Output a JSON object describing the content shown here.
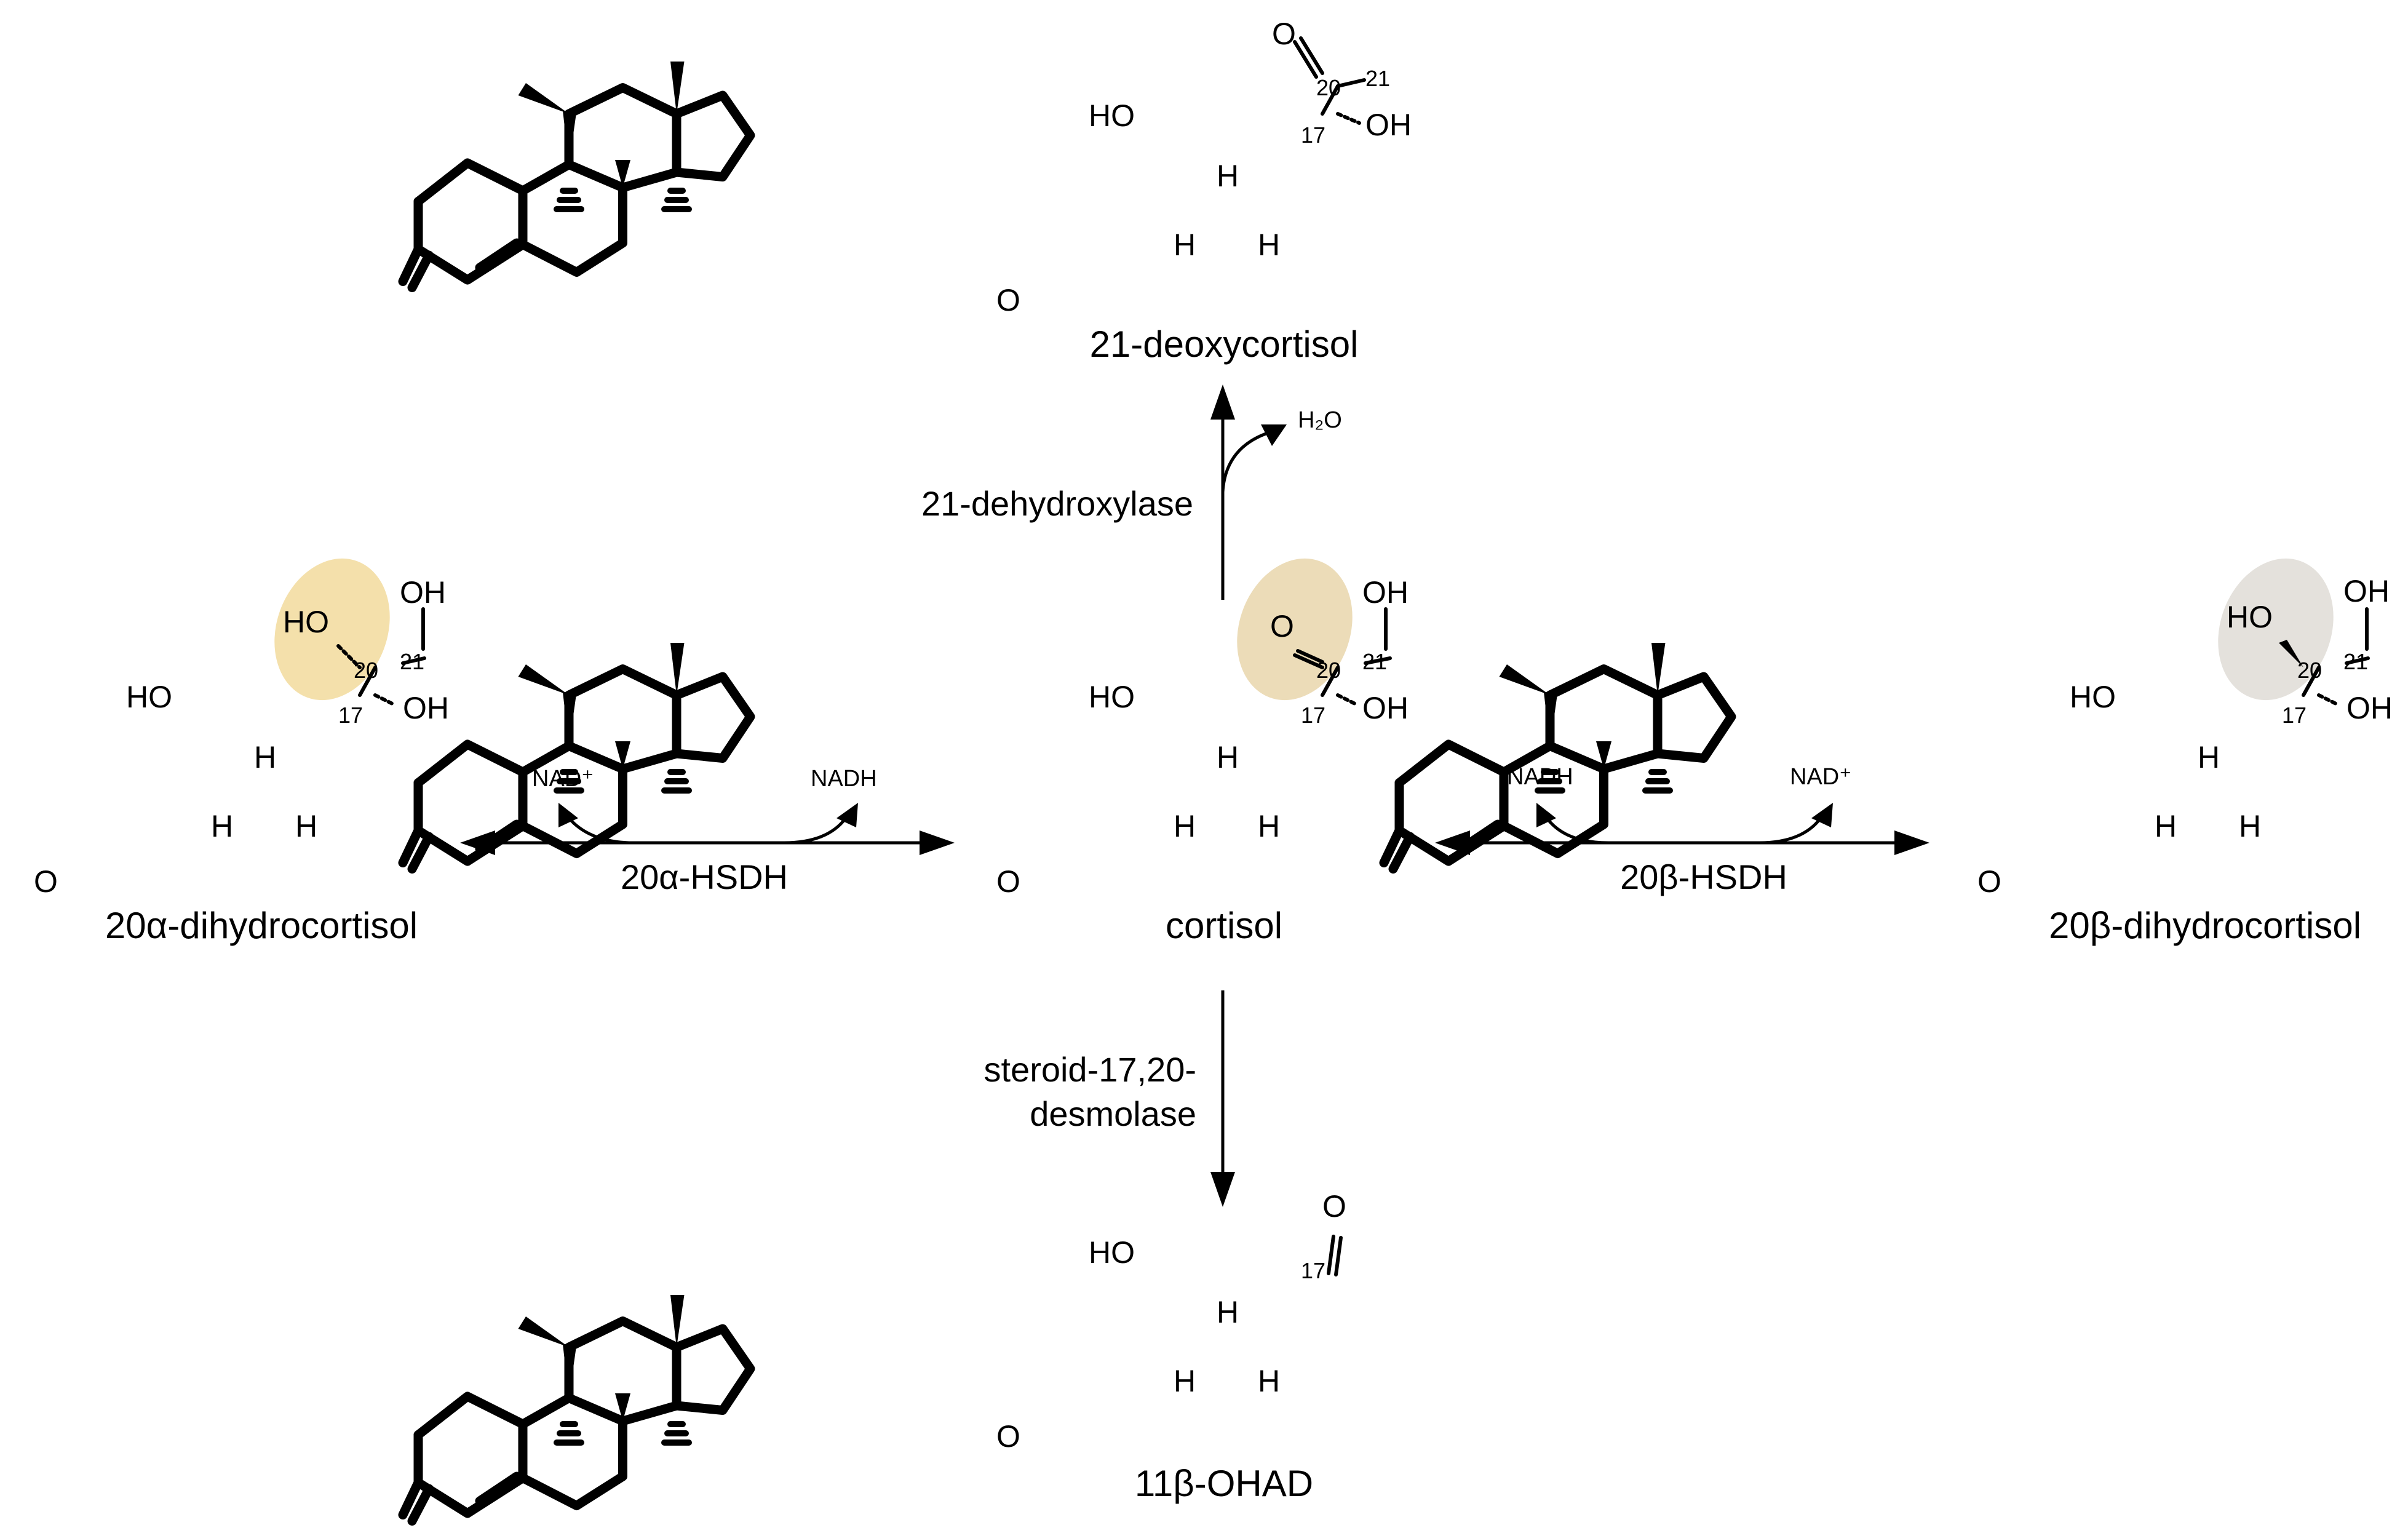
{
  "compounds": {
    "cortisol": "cortisol",
    "deoxy": "21-deoxycortisol",
    "alpha": "20α-dihydrocortisol",
    "beta": "20β-dihydrocortisol",
    "ohad": "11β-OHAD"
  },
  "enzymes": {
    "dehydroxylase": "21-dehydroxylase",
    "alpha_hsdh": "20α-HSDH",
    "beta_hsdh": "20β-HSDH",
    "desmolase_line1": "steroid-17,20-",
    "desmolase_line2": "desmolase"
  },
  "cofactors": {
    "water": "H₂O",
    "nad_plus": "NAD⁺",
    "nadh": "NADH"
  },
  "atoms": {
    "ho": "HO",
    "oh": "OH",
    "o": "O",
    "h": "H"
  },
  "carbon_numbers": {
    "c17": "17",
    "c20": "20",
    "c21": "21"
  },
  "colors": {
    "highlight_cortisol": "#ecdcb8",
    "highlight_alpha": "#f4e0ab",
    "highlight_beta": "#e4e1dc"
  }
}
